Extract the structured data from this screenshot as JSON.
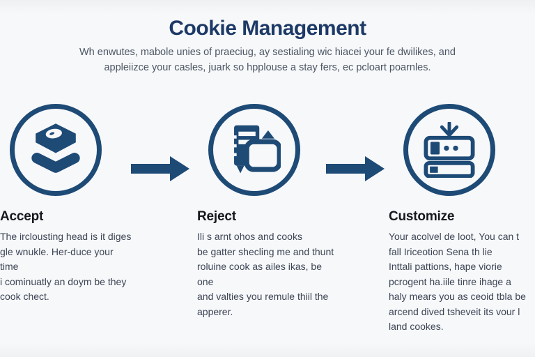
{
  "title": "Cookie Management",
  "subtitle": {
    "line1": "Wh enwutes, mabole unies of praeciug, ay sestialing wic hiacei your fe dwilikes, and",
    "line2": "appleiizce your casles, juark so hpplouse a stay fers, ec pcloart poarnles."
  },
  "colors": {
    "icon_navy": "#1e4a76",
    "title_navy": "#1d3a67",
    "heading_text": "#15181d",
    "body_text": "#3c4454",
    "background": "#f6f7f9"
  },
  "steps": [
    {
      "label": "Accept",
      "icon": "cookie-stack-icon",
      "lines": [
        "The irclousting head is it diges",
        "gle wnukle. Her-duce your time",
        "i cominuatly an doym be they",
        "cook chect."
      ]
    },
    {
      "label": "Reject",
      "icon": "document-card-icon",
      "lines": [
        "Ili s arnt ohos and cooks",
        "be gatter shecling me and thunt",
        "roluine cook as ailes ikas, be one",
        "and valties you remule thiil the",
        "apperer."
      ]
    },
    {
      "label": "Customize",
      "icon": "download-panels-icon",
      "lines": [
        "Your acolvel de loot,  You can t",
        "fall Iriceotion Sena th lie",
        "Inttali pattions, hape viorie",
        "pcrogent ha.iile tinre ihage a",
        "haly mears you as ceoid tbla be",
        "arcend dived tsheveit its vour l",
        "land cookes."
      ]
    }
  ]
}
